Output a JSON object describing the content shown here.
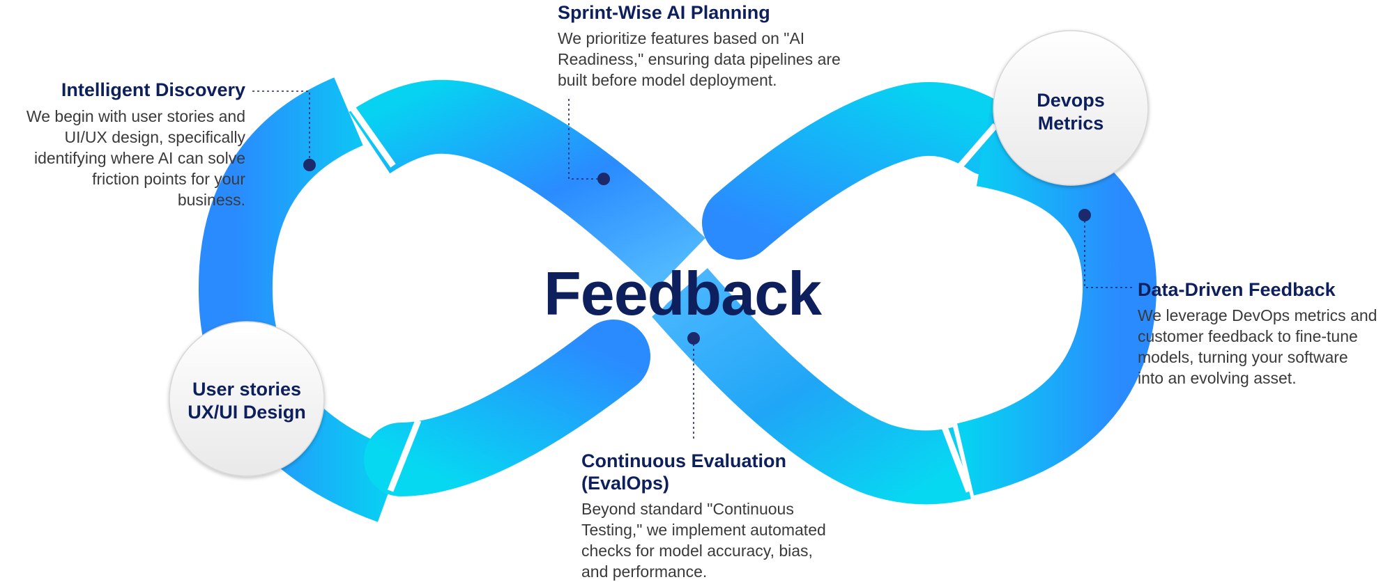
{
  "center_title": "Feedback",
  "colors": {
    "loop_dark": "#2a8bff",
    "loop_light": "#06d8f2",
    "heading": "#0d1f5c",
    "text": "#3a3a3a",
    "marker": "#1c2a6b",
    "bubble_fill": "#f2f2f2"
  },
  "badges": {
    "devops_metrics": {
      "line1": "Devops",
      "line2": "Metrics"
    },
    "user_stories": {
      "line1": "User stories",
      "line2": "UX/UI Design"
    }
  },
  "sections": {
    "intelligent_discovery": {
      "title": "Intelligent Discovery",
      "lines": [
        "We begin with user stories and",
        "UI/UX design, specifically",
        "identifying where AI can solve",
        "friction points for your",
        "business."
      ]
    },
    "sprint_wise": {
      "title": "Sprint-Wise AI Planning",
      "lines": [
        "We prioritize features based on \"AI",
        "Readiness,\" ensuring data pipelines are",
        "built before model deployment."
      ]
    },
    "data_driven": {
      "title": "Data-Driven Feedback",
      "lines": [
        "We leverage DevOps metrics and",
        "customer feedback to fine-tune",
        "models, turning your software",
        "into an evolving asset."
      ]
    },
    "continuous_eval": {
      "title_line1": "Continuous Evaluation",
      "title_line2": "(EvalOps)",
      "lines": [
        "Beyond standard \"Continuous",
        "Testing,\" we implement automated",
        "checks for model accuracy, bias,",
        "and performance."
      ]
    }
  }
}
